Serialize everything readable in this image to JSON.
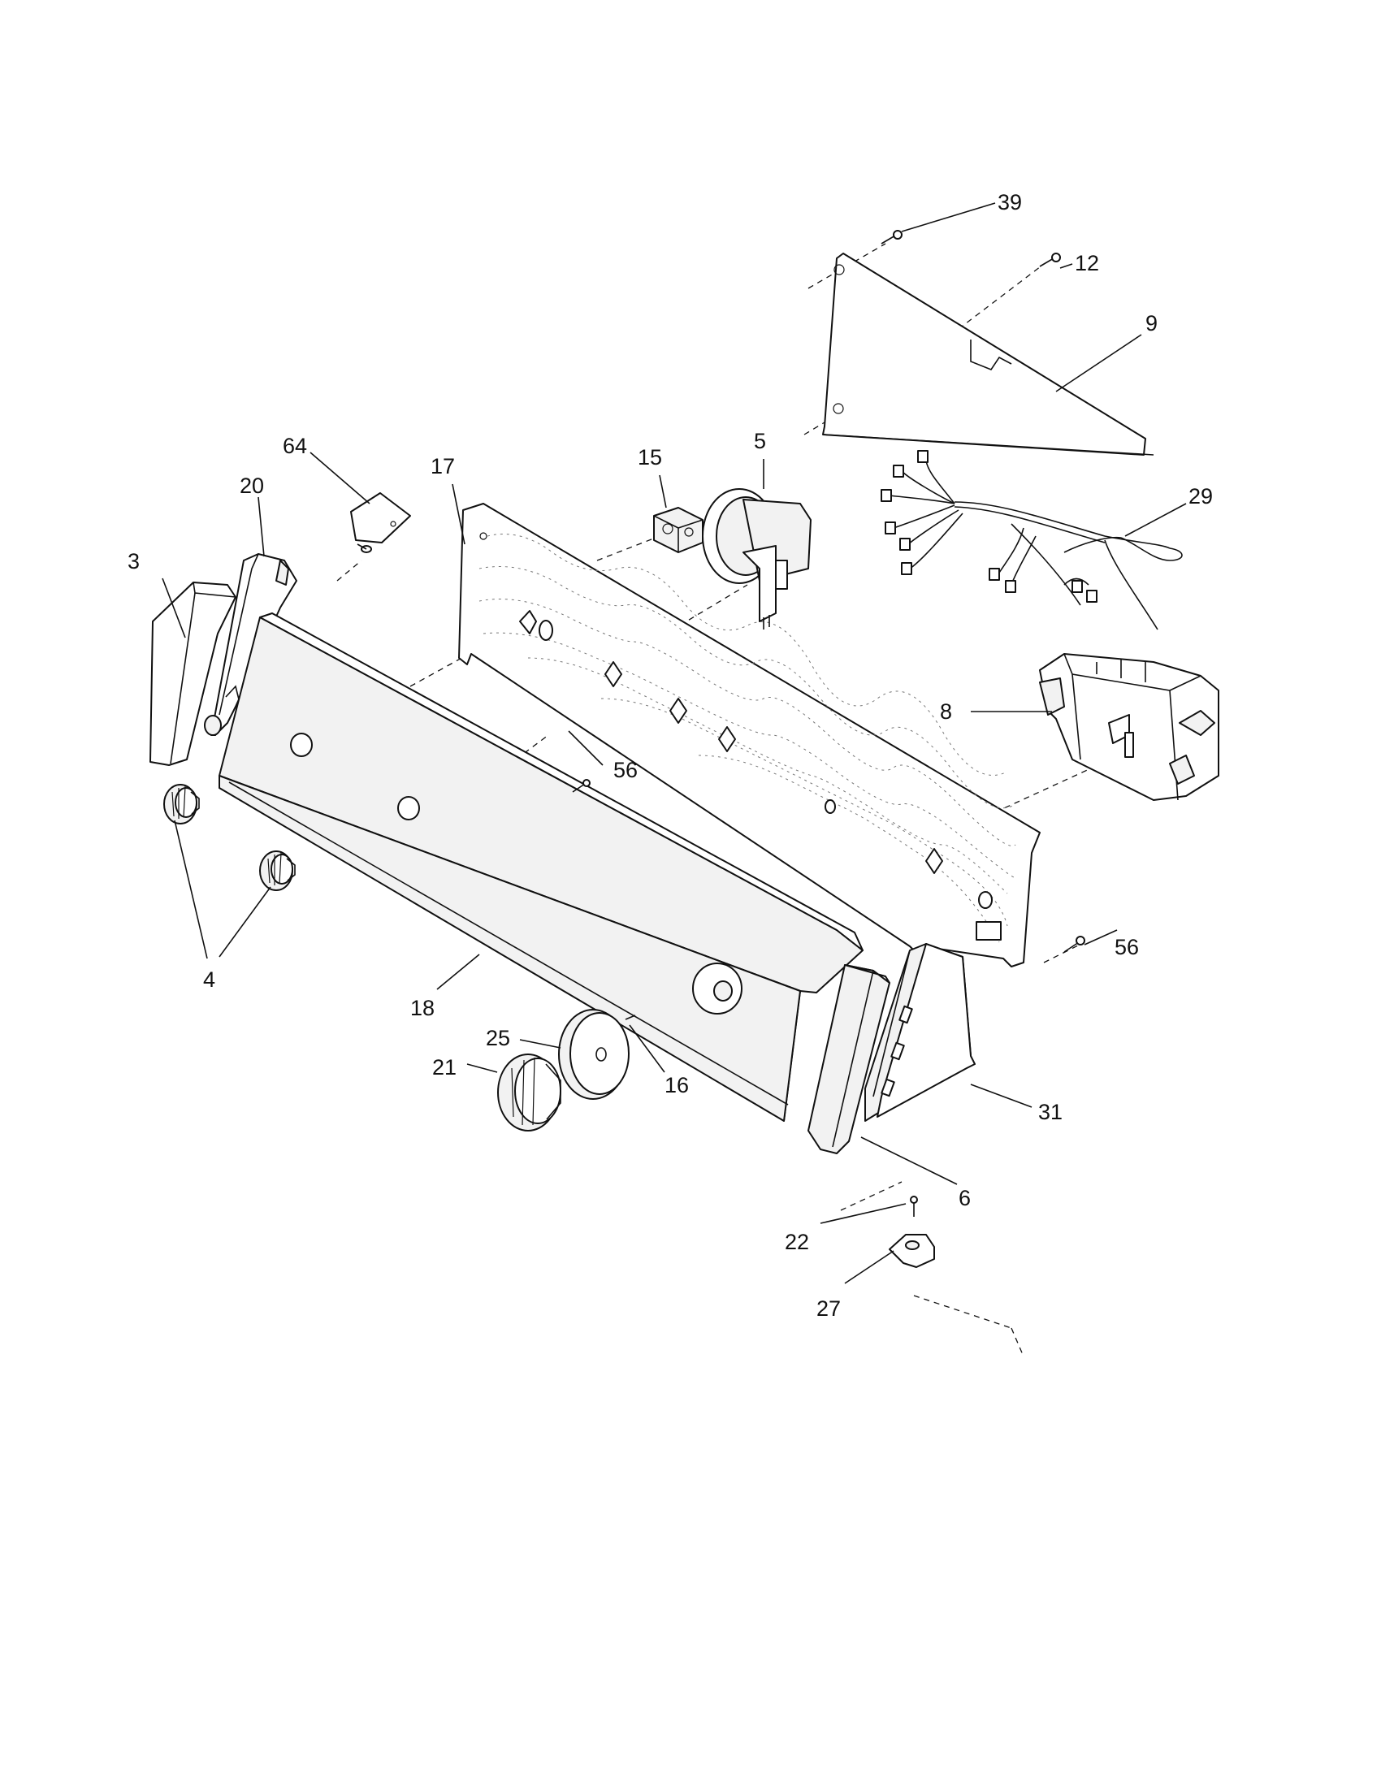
{
  "diagram": {
    "callouts": [
      {
        "id": "39",
        "label": "39"
      },
      {
        "id": "12",
        "label": "12"
      },
      {
        "id": "9",
        "label": "9"
      },
      {
        "id": "29",
        "label": "29"
      },
      {
        "id": "64",
        "label": "64"
      },
      {
        "id": "20",
        "label": "20"
      },
      {
        "id": "3",
        "label": "3"
      },
      {
        "id": "17",
        "label": "17"
      },
      {
        "id": "15",
        "label": "15"
      },
      {
        "id": "5",
        "label": "5"
      },
      {
        "id": "8",
        "label": "8"
      },
      {
        "id": "56a",
        "label": "56"
      },
      {
        "id": "56b",
        "label": "56"
      },
      {
        "id": "4",
        "label": "4"
      },
      {
        "id": "18",
        "label": "18"
      },
      {
        "id": "25",
        "label": "25"
      },
      {
        "id": "21",
        "label": "21"
      },
      {
        "id": "16",
        "label": "16"
      },
      {
        "id": "31",
        "label": "31"
      },
      {
        "id": "6",
        "label": "6"
      },
      {
        "id": "22",
        "label": "22"
      },
      {
        "id": "27",
        "label": "27"
      }
    ]
  }
}
